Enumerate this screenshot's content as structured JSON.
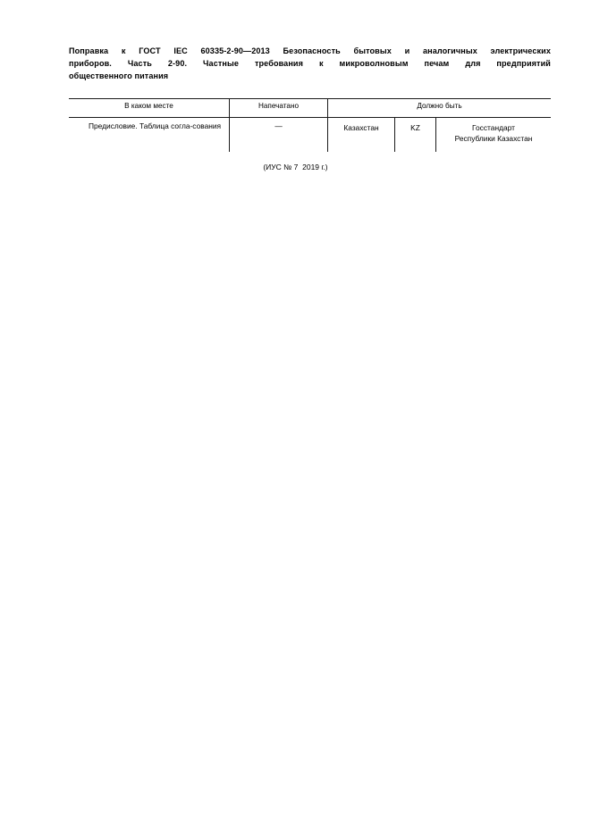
{
  "document": {
    "heading_lines": [
      "Поправка к ГОСТ IEC 60335-2-90—2013 Безопасность бытовых и аналогичных электрических",
      "приборов. Часть 2-90. Частные требования к микроволновым печам для предприятий",
      "общественного питания"
    ],
    "footer_note": "(ИУС № 7  2019 г.)"
  },
  "table": {
    "headers": {
      "where": "В каком месте",
      "printed": "Напечатано",
      "should_be": "Должно быть"
    },
    "rows": [
      {
        "where": "Предисловие. Таблица согла-сования",
        "printed": "—",
        "should_be": {
          "country": "Казахстан",
          "code": "KZ",
          "body_line1": "Госстандарт",
          "body_line2": "Республики Казахстан"
        }
      }
    ]
  },
  "colors": {
    "page_background": "#ffffff",
    "text": "#000000",
    "rule": "#1a1a1a"
  }
}
